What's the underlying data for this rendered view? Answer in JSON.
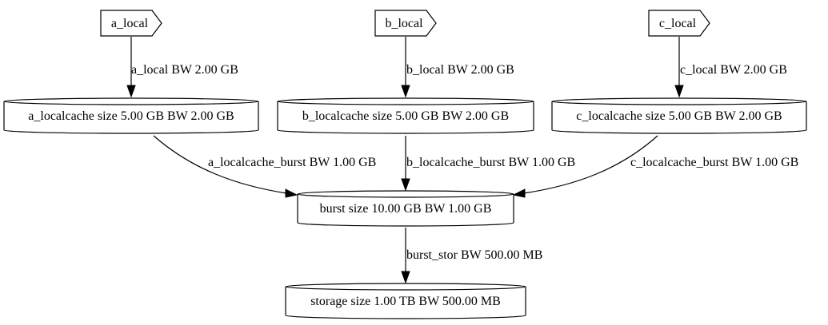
{
  "sources": [
    {
      "id": "a_local",
      "label": "a_local"
    },
    {
      "id": "b_local",
      "label": "b_local"
    },
    {
      "id": "c_local",
      "label": "c_local"
    }
  ],
  "caches": [
    {
      "id": "a_localcache",
      "label": "a_localcache size 5.00 GB BW 2.00 GB"
    },
    {
      "id": "b_localcache",
      "label": "b_localcache size 5.00 GB BW 2.00 GB"
    },
    {
      "id": "c_localcache",
      "label": "c_localcache size 5.00 GB BW 2.00 GB"
    }
  ],
  "burst": {
    "label": "burst size 10.00 GB BW 1.00 GB"
  },
  "storage": {
    "label": "storage size 1.00 TB BW 500.00 MB"
  },
  "edges": {
    "a_local": "a_local BW 2.00 GB",
    "b_local": "b_local BW 2.00 GB",
    "c_local": "c_local BW 2.00 GB",
    "a_burst": "a_localcache_burst BW 1.00 GB",
    "b_burst": "b_localcache_burst BW 1.00 GB",
    "c_burst": "c_localcache_burst BW 1.00 GB",
    "stor": "burst_stor BW 500.00 MB"
  }
}
